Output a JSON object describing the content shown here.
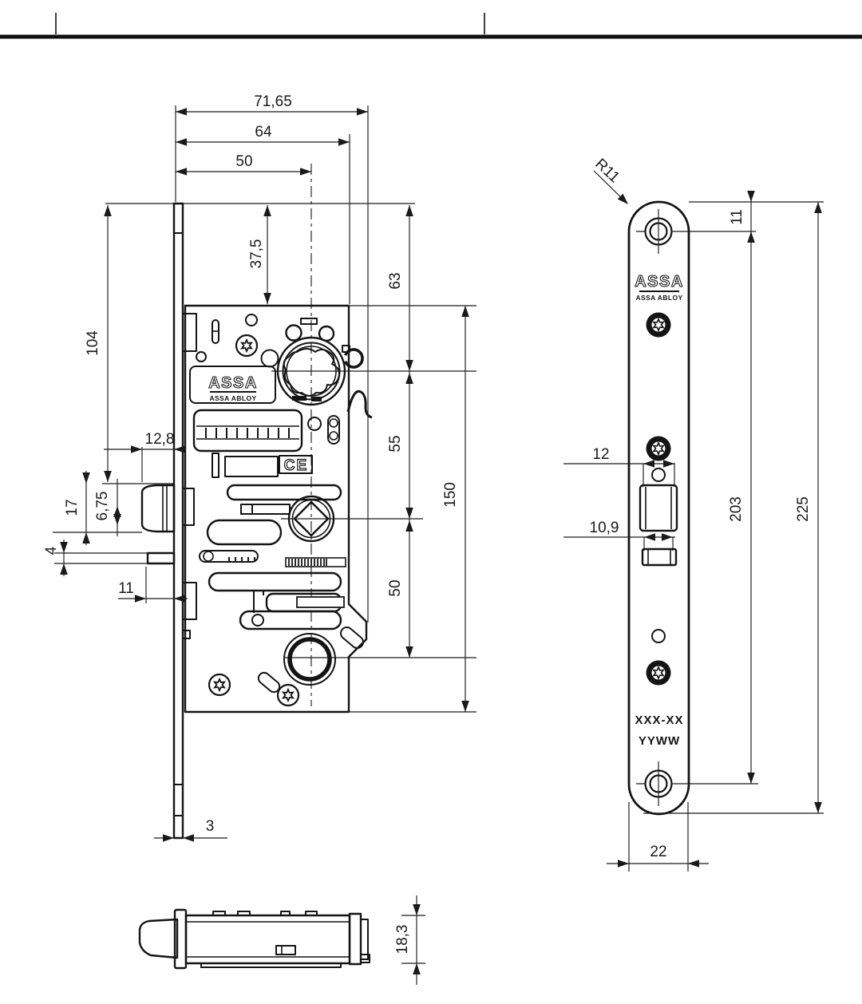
{
  "side_view": {
    "dims": {
      "total_width": "71,65",
      "case_width": "64",
      "backset": "50",
      "top_offset": "37,5",
      "top_to_latch": "104",
      "top_to_cylinder": "63",
      "cylinder_to_follower": "55",
      "follower_to_hub": "50",
      "case_height": "150",
      "latch_projection": "12,8",
      "latch_height": "17",
      "latch_offset": "6,75",
      "bolt_height": "4",
      "bolt_length": "11",
      "faceplate_thickness": "3"
    },
    "logo_line1": "ASSA",
    "logo_line2": "ASSA ABLOY",
    "ce_mark": "CE"
  },
  "front_view": {
    "dims": {
      "corner_radius": "R11",
      "top_to_hole": "11",
      "hole_spacing": "203",
      "total_height": "225",
      "latch_width": "12",
      "bolt_width": "10,9",
      "plate_width": "22"
    },
    "logo_line1": "ASSA",
    "logo_line2": "ASSA ABLOY",
    "marking_model": "XXX-XX",
    "marking_date": "YYWW"
  },
  "bottom_view": {
    "dims": {
      "depth": "18,3"
    }
  }
}
